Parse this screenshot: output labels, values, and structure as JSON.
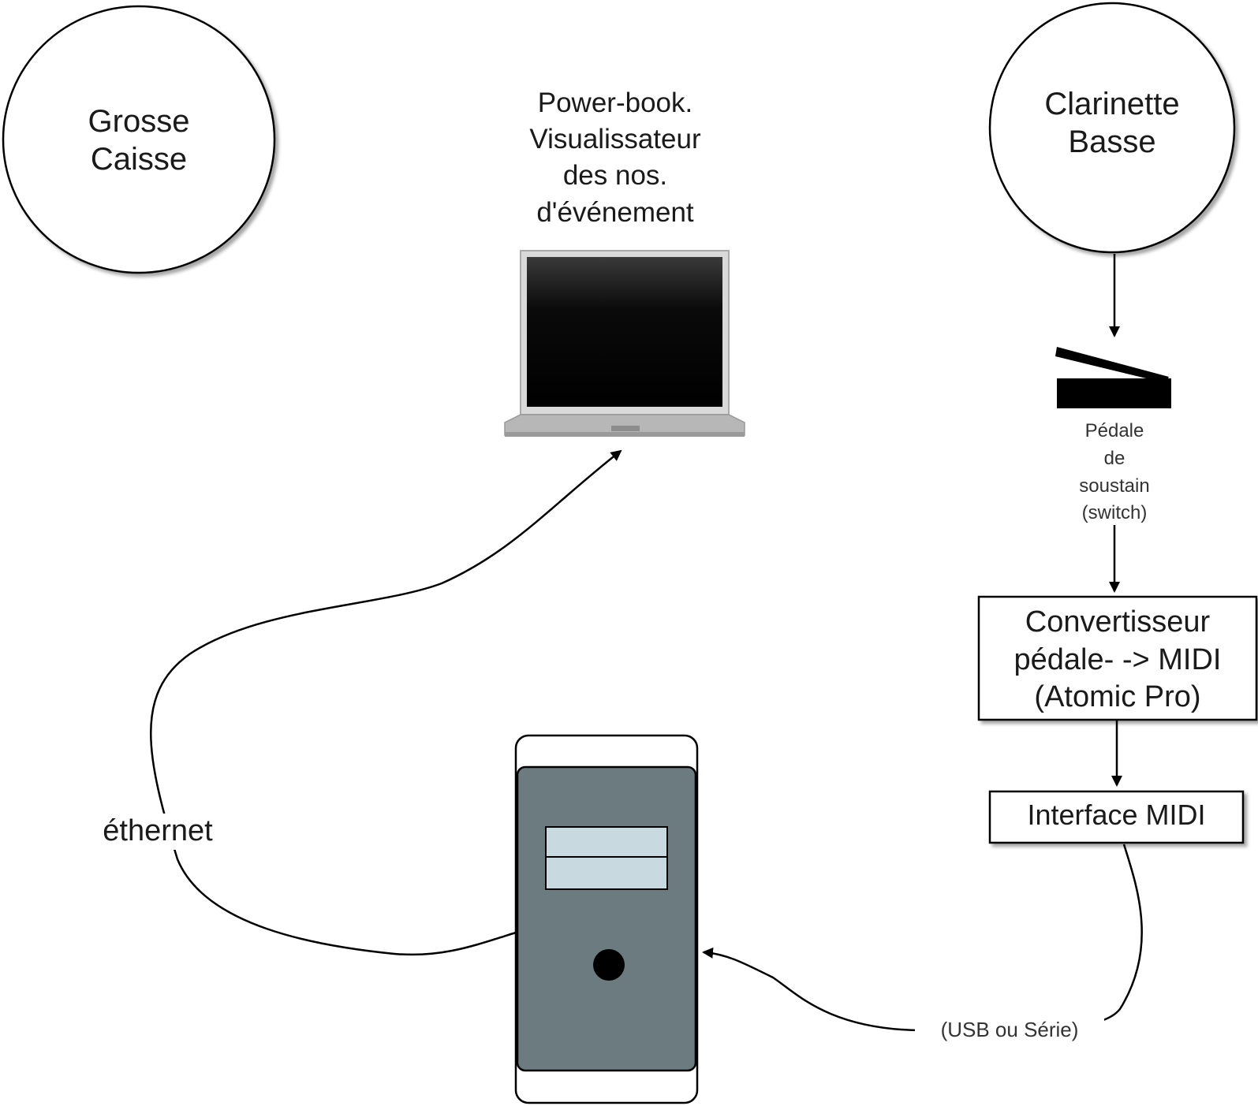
{
  "nodes": {
    "grosse_caisse": {
      "lines": [
        "Grosse",
        "Caisse"
      ]
    },
    "clarinette_basse": {
      "lines": [
        "Clarinette",
        "Basse"
      ]
    },
    "powerbook": {
      "lines": [
        "Power-book.",
        "Visualissateur",
        "des nos.",
        "d'événement"
      ]
    },
    "pedale": {
      "lines": [
        "Pédale",
        "de",
        "soustain",
        "(switch)"
      ]
    },
    "convertisseur": {
      "lines": [
        "Convertisseur",
        "pédale- -> MIDI",
        "(Atomic Pro)"
      ]
    },
    "interface_midi": {
      "label": "Interface MIDI"
    }
  },
  "edges": {
    "ethernet_label": "éthernet",
    "usb_label": "(USB ou Série)"
  },
  "icons": {
    "laptop": "laptop-icon",
    "tower": "computer-tower-icon",
    "pedal": "sustain-pedal-icon"
  },
  "colors": {
    "tower_body": "#6b7b80",
    "drive_bay": "#c8dadf",
    "stroke": "#000000"
  }
}
